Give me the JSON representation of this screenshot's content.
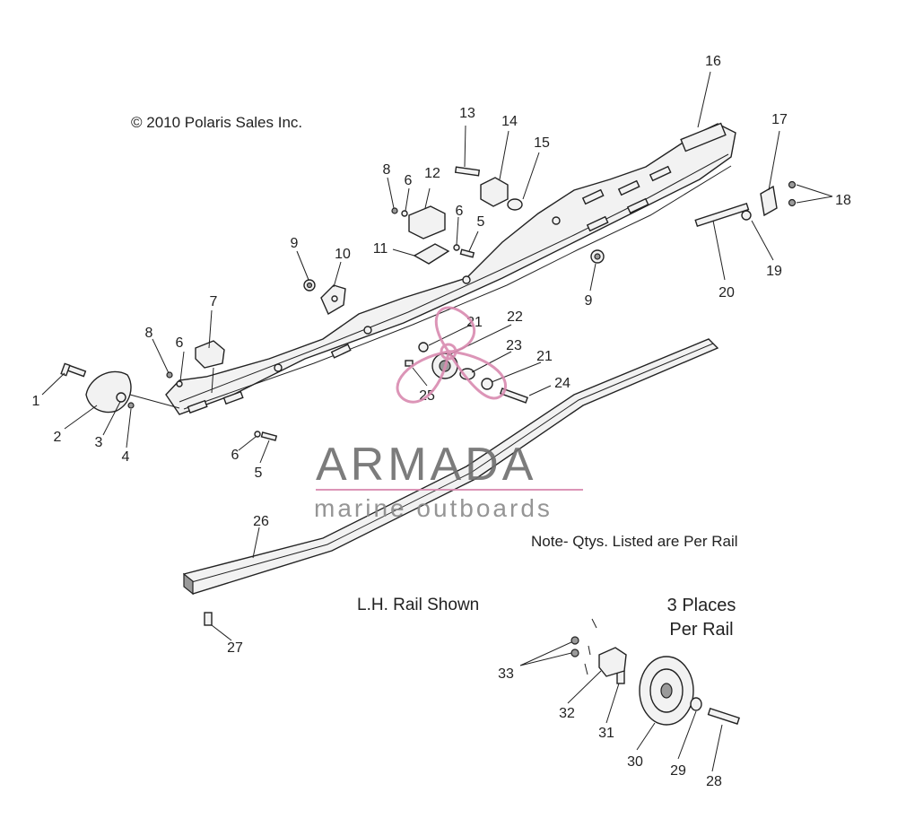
{
  "texts": {
    "copyright": "© 2010 Polaris Sales Inc.",
    "note": "Note- Qtys. Listed are Per Rail",
    "rail_shown": "L.H. Rail Shown",
    "places_line1": "3 Places",
    "places_line2": "Per Rail"
  },
  "watermark": {
    "brand": "ARMADA",
    "tagline": "marine outboards",
    "accent_color": "#d98ab0"
  },
  "callouts": [
    "1",
    "2",
    "3",
    "4",
    "5",
    "5",
    "6",
    "6",
    "6",
    "6",
    "7",
    "8",
    "8",
    "9",
    "9",
    "10",
    "11",
    "12",
    "13",
    "14",
    "15",
    "16",
    "17",
    "18",
    "19",
    "20",
    "21",
    "21",
    "22",
    "23",
    "24",
    "25",
    "26",
    "27",
    "28",
    "29",
    "30",
    "31",
    "32",
    "33"
  ]
}
